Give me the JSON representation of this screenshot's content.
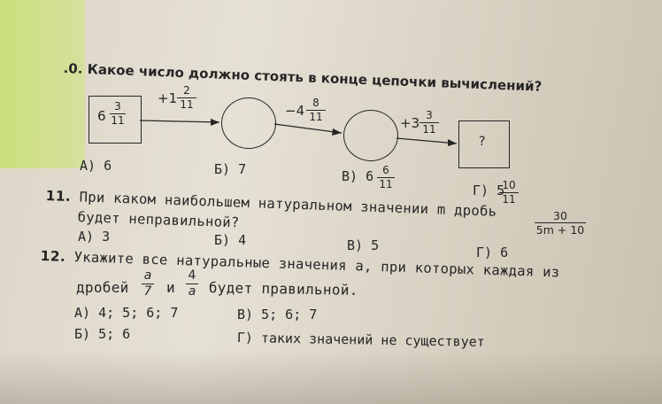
{
  "q10": {
    "number": ".0.",
    "question": "Какое число должно стоять в конце цепочки вычислений?",
    "start": {
      "whole": "6",
      "num": "3",
      "den": "11"
    },
    "step1": {
      "sign": "+1",
      "num": "2",
      "den": "11"
    },
    "step2": {
      "sign": "−4",
      "num": "8",
      "den": "11"
    },
    "step3": {
      "sign": "+3",
      "num": "3",
      "den": "11"
    },
    "result": "?",
    "options": [
      {
        "label": "А) 6"
      },
      {
        "label": "Б) 7"
      },
      {
        "label": "В) 6",
        "num": "6",
        "den": "11"
      },
      {
        "label": "Г) 5",
        "num": "10",
        "den": "11"
      }
    ]
  },
  "q11": {
    "number": "11.",
    "line1": "При каком наибольшем натуральном значении m дробь",
    "line2": "будет неправильной?",
    "frac_num": "30",
    "frac_den": "5m + 10",
    "options": [
      "А) 3",
      "Б) 4",
      "В) 5",
      "Г) 6"
    ]
  },
  "q12": {
    "number": "12.",
    "line1": "Укажите все натуральные значения a, при которых каждая из",
    "line2_pre": "дробей",
    "f1_num": "a",
    "f1_den": "7",
    "and": "и",
    "f2_num": "4",
    "f2_den": "a",
    "line2_post": "будет правильной.",
    "options": [
      "А) 4; 5; 6; 7",
      "Б) 5; 6",
      "В) 5; 6; 7",
      "Г) таких значений не существует"
    ]
  }
}
